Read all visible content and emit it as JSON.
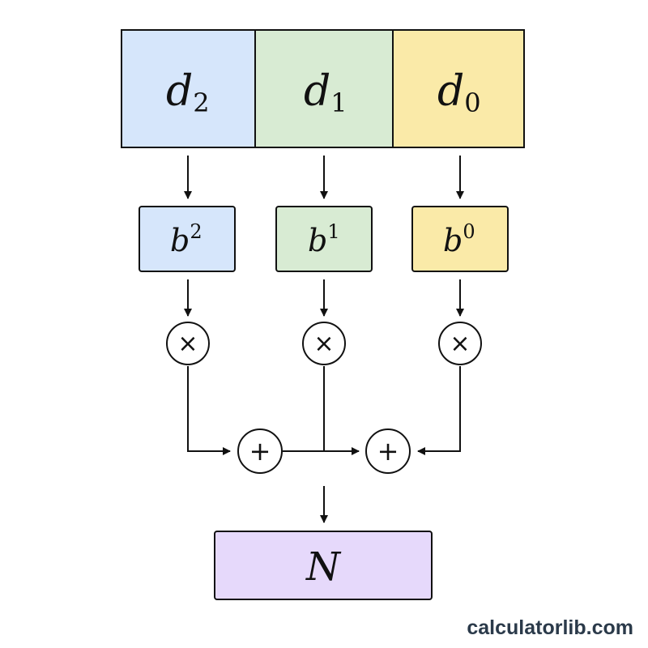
{
  "colors": {
    "blue": "#d6e6fb",
    "green": "#d8ebd3",
    "yellow": "#faeaa8",
    "purple": "#e6d9fb",
    "stroke": "#111111"
  },
  "digits": [
    {
      "base": "d",
      "index": "2"
    },
    {
      "base": "d",
      "index": "1"
    },
    {
      "base": "d",
      "index": "0"
    }
  ],
  "weights": [
    {
      "base": "b",
      "power": "2"
    },
    {
      "base": "b",
      "power": "1"
    },
    {
      "base": "b",
      "power": "0"
    }
  ],
  "multiply_symbol": "×",
  "add_symbol": "+",
  "result_label": "N",
  "watermark": "calculatorlib.com"
}
